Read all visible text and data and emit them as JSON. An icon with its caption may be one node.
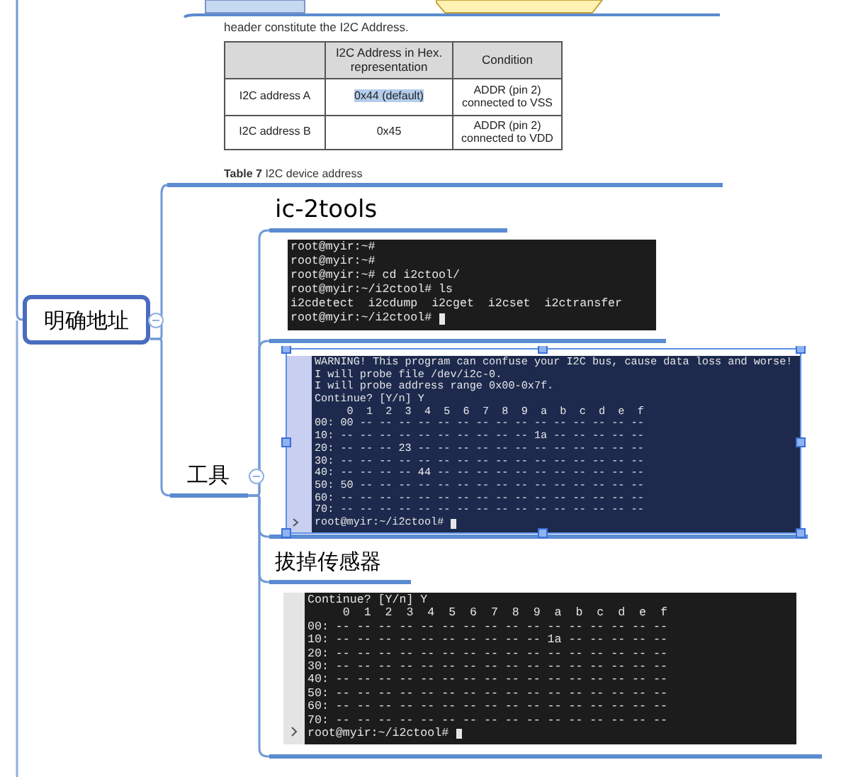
{
  "diagram": {
    "nodes": [
      {
        "text": [
          "明确地址"
        ]
      },
      {
        "text": [],
        "shape": "picture"
      },
      {
        "text": [
          "工具"
        ]
      },
      {
        "text": [
          "ic-2tools"
        ]
      },
      {
        "text": [],
        "shape": "picture"
      },
      {
        "text": [],
        "shape": "picture"
      },
      {
        "text": [
          "拔掉传感器"
        ]
      },
      {
        "text": [],
        "shape": "picture"
      }
    ],
    "edges": [
      {
        "from": 0,
        "to": 1,
        "arrow": "none"
      },
      {
        "from": 0,
        "to": 2,
        "arrow": "none"
      },
      {
        "from": 2,
        "to": 3,
        "arrow": "none"
      },
      {
        "from": 2,
        "to": 4,
        "arrow": "none"
      },
      {
        "from": 2,
        "to": 5,
        "arrow": "none"
      },
      {
        "from": 2,
        "to": 6,
        "arrow": "none"
      },
      {
        "from": 2,
        "to": 7,
        "arrow": "none"
      },
      {
        "from": null,
        "to": 0,
        "arrow": "none"
      }
    ],
    "labels": [
      "header constitute the I2C Address.",
      "I2C Address in Hex. representation",
      "Condition",
      "I2C address A",
      "0x44 (default)",
      "ADDR (pin 2) connected to VSS",
      "I2C address B",
      "0x45",
      "ADDR (pin 2) connected to VDD",
      "**Table 7** I2C device address",
      "root@myir:~#",
      "root@myir:~#",
      "root@myir:~# cd i2ctool/",
      "root@myir:~/i2ctool# ls",
      "i2cdetect  i2cdump  i2cget  i2cset  i2ctransfer",
      "root@myir:~/i2ctool#",
      "WARNING! This program can confuse your I2C bus, cause data loss and worse!",
      "I will probe file /dev/i2c-0.",
      "I will probe address range 0x00-0x7f.",
      "Continue? [Y/n] Y",
      "     0  1  2  3  4  5  6  7  8  9  a  b  c  d  e  f",
      "00: 00 -- -- -- -- -- -- -- -- -- -- -- -- -- -- --",
      "10: -- -- -- -- -- -- -- -- -- -- 1a -- -- -- -- --",
      "20: -- -- -- 23 -- -- -- -- -- -- -- -- -- -- -- --",
      "30: -- -- -- -- -- -- -- -- -- -- -- -- -- -- -- --",
      "40: -- -- -- -- 44 -- -- -- -- -- -- -- -- -- -- --",
      "50: 50 -- -- -- -- -- -- -- -- -- -- -- -- -- -- --",
      "60: -- -- -- -- -- -- -- -- -- -- -- -- -- -- -- --",
      "70: -- -- -- -- -- -- -- -- -- -- -- -- -- -- -- --",
      "root@myir:~/i2ctool#",
      "Continue? [Y/n] Y",
      "     0  1  2  3  4  5  6  7  8  9  a  b  c  d  e  f",
      "00: -- -- -- -- -- -- -- -- -- -- -- -- -- -- -- --",
      "10: -- -- -- -- -- -- -- -- -- -- 1a -- -- -- -- --",
      "20: -- -- -- -- -- -- -- -- -- -- -- -- -- -- -- --",
      "30: -- -- -- -- -- -- -- -- -- -- -- -- -- -- -- --",
      "40: -- -- -- -- -- -- -- -- -- -- -- -- -- -- -- --",
      "50: -- -- -- -- -- -- -- -- -- -- -- -- -- -- -- --",
      "60: -- -- -- -- -- -- -- -- -- -- -- -- -- -- -- --",
      "70: -- -- -- -- -- -- -- -- -- -- -- -- -- -- -- --",
      "root@myir:~/i2ctool#"
    ]
  }
}
